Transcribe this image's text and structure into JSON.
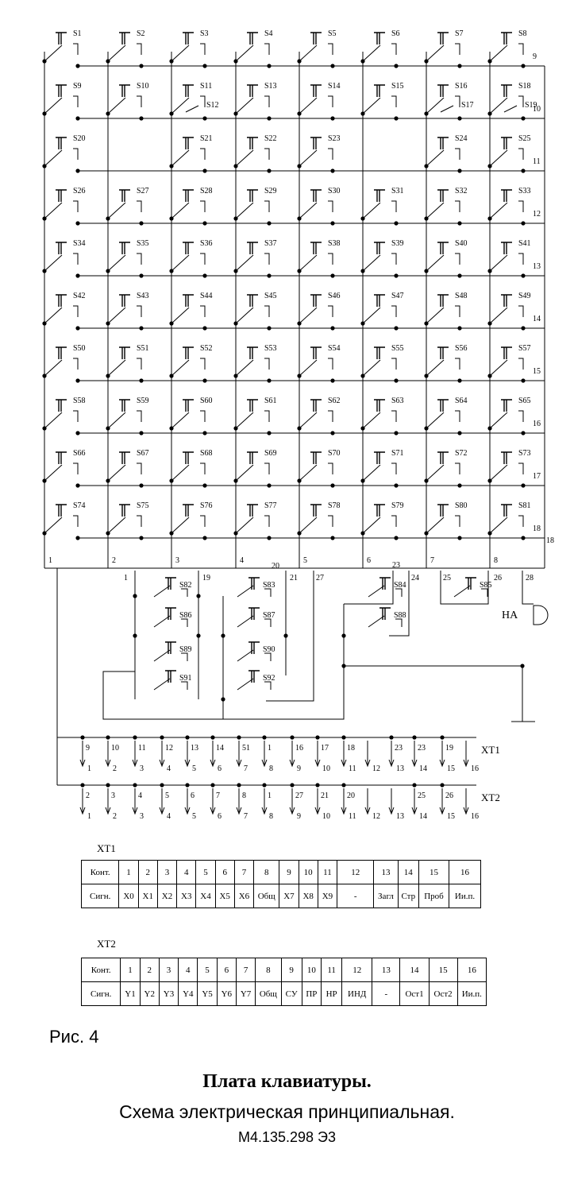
{
  "matrix": {
    "rows": [
      {
        "label": "9",
        "keys": [
          "S1",
          "S2",
          "S3",
          "S4",
          "S5",
          "S6",
          "S7",
          "S8"
        ]
      },
      {
        "label": "10",
        "keys": [
          "S9",
          "S10",
          "S11/S12",
          "S13",
          "S14",
          "S15",
          "S16/S17",
          "S18/S19"
        ]
      },
      {
        "label": "11",
        "keys": [
          "S20",
          "",
          "S21",
          "S22",
          "S23",
          "",
          "S24",
          "S25"
        ]
      },
      {
        "label": "12",
        "keys": [
          "S26",
          "S27",
          "S28",
          "S29",
          "S30",
          "S31",
          "S32",
          "S33"
        ]
      },
      {
        "label": "13",
        "keys": [
          "S34",
          "S35",
          "S36",
          "S37",
          "S38",
          "S39",
          "S40",
          "S41"
        ]
      },
      {
        "label": "14",
        "keys": [
          "S42",
          "S43",
          "S44",
          "S45",
          "S46",
          "S47",
          "S48",
          "S49"
        ]
      },
      {
        "label": "15",
        "keys": [
          "S50",
          "S51",
          "S52",
          "S53",
          "S54",
          "S55",
          "S56",
          "S57"
        ]
      },
      {
        "label": "16",
        "keys": [
          "S58",
          "S59",
          "S60",
          "S61",
          "S62",
          "S63",
          "S64",
          "S65"
        ]
      },
      {
        "label": "17",
        "keys": [
          "S66",
          "S67",
          "S68",
          "S69",
          "S70",
          "S71",
          "S72",
          "S73"
        ]
      },
      {
        "label": "18",
        "keys": [
          "S74",
          "S75",
          "S76",
          "S77",
          "S78",
          "S79",
          "S80",
          "S81"
        ]
      }
    ],
    "column_labels": [
      "1",
      "2",
      "3",
      "4",
      "5",
      "6",
      "7",
      "8"
    ],
    "right_bus_label": "18"
  },
  "lower_circuit": {
    "switches": [
      "S82",
      "S83",
      "S84",
      "S85",
      "S86",
      "S87",
      "S88",
      "S89",
      "S90",
      "S91",
      "S92"
    ],
    "net_labels": [
      "1",
      "19",
      "20",
      "21",
      "27",
      "23",
      "24",
      "25",
      "26",
      "28"
    ],
    "buzzer_label": "HA"
  },
  "connectors": {
    "xt1": {
      "label": "XT1",
      "top_labels": [
        "9",
        "10",
        "11",
        "12",
        "13",
        "14",
        "51",
        "1",
        "16",
        "17",
        "18",
        "",
        "23",
        "23",
        "19",
        ""
      ],
      "pins": [
        "1",
        "2",
        "3",
        "4",
        "5",
        "6",
        "7",
        "8",
        "9",
        "10",
        "11",
        "12",
        "13",
        "14",
        "15",
        "16"
      ]
    },
    "xt2": {
      "label": "XT2",
      "top_labels": [
        "2",
        "3",
        "4",
        "5",
        "6",
        "7",
        "8",
        "1",
        "27",
        "21",
        "20",
        "",
        "",
        "25",
        "26",
        ""
      ],
      "pins": [
        "1",
        "2",
        "3",
        "4",
        "5",
        "6",
        "7",
        "8",
        "9",
        "10",
        "11",
        "12",
        "13",
        "14",
        "15",
        "16"
      ]
    }
  },
  "table_xt1": {
    "title": "XT1",
    "rows": [
      [
        "Конт.",
        "1",
        "2",
        "3",
        "4",
        "5",
        "6",
        "7",
        "8",
        "9",
        "10",
        "11",
        "12",
        "13",
        "14",
        "15",
        "16"
      ],
      [
        "Сигн.",
        "X0",
        "X1",
        "X2",
        "X3",
        "X4",
        "X5",
        "X6",
        "Общ",
        "X7",
        "X8",
        "X9",
        "-",
        "Загл",
        "Стр",
        "Проб",
        "Ии.п."
      ]
    ]
  },
  "table_xt2": {
    "title": "XT2",
    "rows": [
      [
        "Конт.",
        "1",
        "2",
        "3",
        "4",
        "5",
        "6",
        "7",
        "8",
        "9",
        "10",
        "11",
        "12",
        "13",
        "14",
        "15",
        "16"
      ],
      [
        "Сигн.",
        "Y1",
        "Y2",
        "Y3",
        "Y4",
        "Y5",
        "Y6",
        "Y7",
        "Общ",
        "СУ",
        "ПР",
        "НР",
        "ИНД",
        "-",
        "Ост1",
        "Ост2",
        "Ии.п."
      ]
    ]
  },
  "figure_label": "Рис. 4",
  "board_title": "Плата клавиатуры.",
  "scheme_title": "Схема электрическая принципиальная.",
  "doc_code": "М4.135.298 Э3"
}
